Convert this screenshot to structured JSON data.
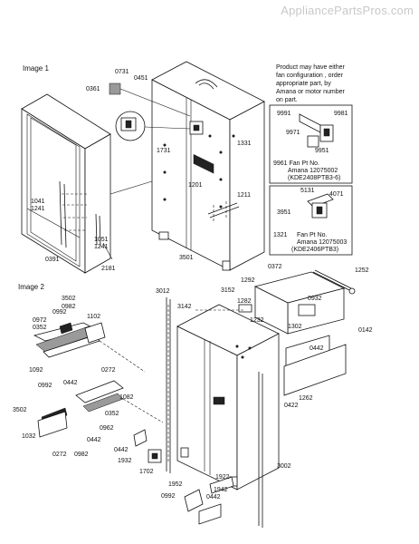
{
  "watermark": "AppliancePartsPros.com",
  "image1": {
    "title": "Image 1",
    "note": [
      "Product may have either",
      "fan configuration , order",
      "appropriate part, by",
      "Amana or motor number",
      "on part."
    ],
    "fan1": [
      "9961  Fan Pt No.",
      "Amana 12075002",
      "(KDE2408PTB3-6)"
    ],
    "fan2": [
      "Fan Pt No.",
      "Amana 12075003",
      "(KDE2406PTB3)"
    ],
    "labels": [
      "0731",
      "0361",
      "0451",
      "1731",
      "1331",
      "9991",
      "9981",
      "9971",
      "9951",
      "1041",
      "1241",
      "1201",
      "1211",
      "5131",
      "4071",
      "3951",
      "1321",
      "1051",
      "1241",
      "0391",
      "2181",
      "3501"
    ]
  },
  "image2": {
    "title": "Image 2",
    "labels": [
      "0372",
      "1252",
      "3012",
      "1292",
      "3152",
      "3502",
      "0972",
      "0352",
      "0992",
      "0982",
      "1102",
      "3142",
      "1282",
      "0932",
      "1232",
      "1302",
      "0142",
      "1092",
      "0272",
      "0442",
      "0442",
      "1262",
      "1082",
      "0992",
      "3502",
      "0352",
      "0962",
      "0422",
      "1032",
      "0442",
      "0272",
      "0982",
      "0442",
      "1932",
      "1702",
      "1922",
      "3002",
      "1952",
      "1942",
      "0992",
      "0442"
    ]
  }
}
